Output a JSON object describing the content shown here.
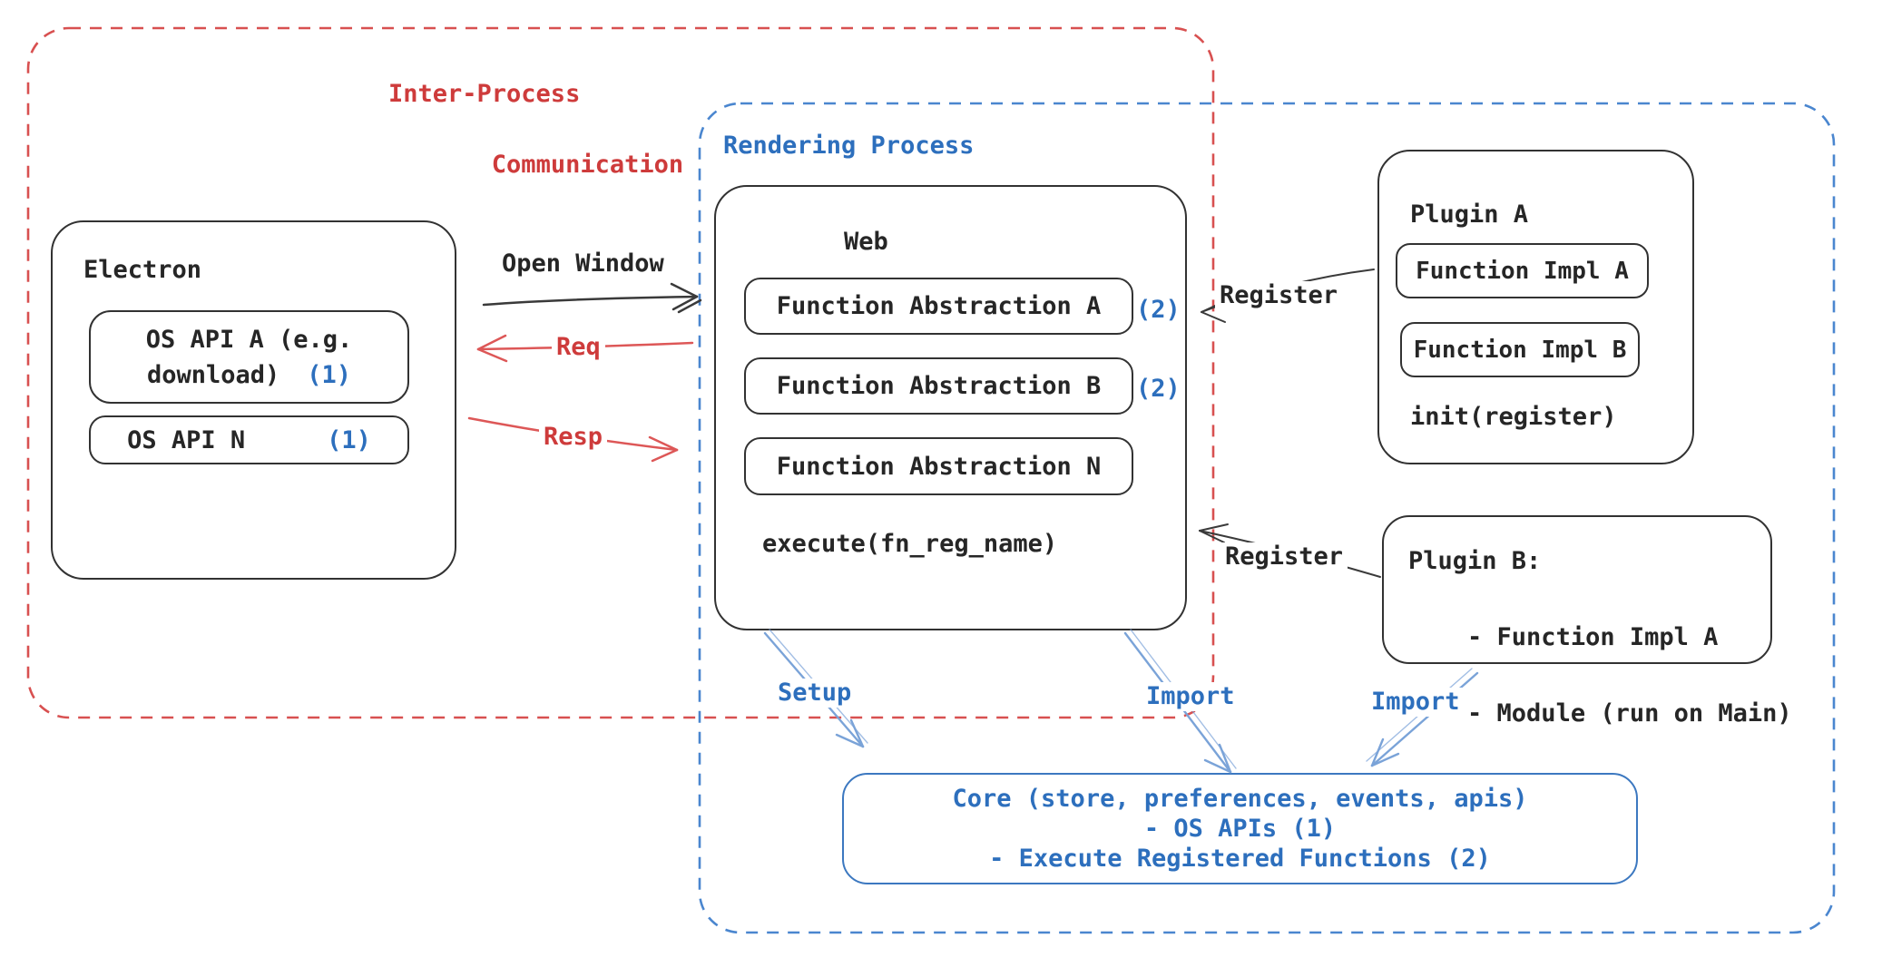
{
  "regions": {
    "ipc": {
      "title_line1": "Inter-Process",
      "title_line2": "Communication"
    },
    "rendering": {
      "title": "Rendering Process"
    }
  },
  "electron": {
    "title": "Electron",
    "api_a": {
      "line1": "OS API A (e.g.",
      "line2": "download)",
      "badge": "(1)"
    },
    "api_n": {
      "label": "OS API N",
      "badge": "(1)"
    }
  },
  "web": {
    "title": "Web",
    "abstractions": [
      {
        "label": "Function Abstraction A",
        "badge": "(2)"
      },
      {
        "label": "Function Abstraction B",
        "badge": "(2)"
      },
      {
        "label": "Function Abstraction N",
        "badge": ""
      }
    ],
    "execute": "execute(fn_reg_name)"
  },
  "plugin_a": {
    "title": "Plugin A",
    "impls": [
      {
        "label": "Function Impl A"
      },
      {
        "label": "Function Impl B"
      }
    ],
    "init": "init(register)"
  },
  "plugin_b": {
    "title": "Plugin B:",
    "lines": [
      "- Function Impl A",
      "- Module (run on Main)"
    ]
  },
  "core": {
    "lines": [
      "Core (store, preferences, events, apis)",
      "- OS APIs (1)",
      "- Execute Registered Functions (2)"
    ]
  },
  "arrows": {
    "open_window": "Open Window",
    "req": "Req",
    "resp": "Resp",
    "register_a": "Register",
    "register_b": "Register",
    "setup": "Setup",
    "import_web": "Import",
    "import_plugin": "Import"
  },
  "colors": {
    "red": "#ce3b3b",
    "blue": "#2d6fbd",
    "light_blue": "#7aa3d8",
    "black": "#323232"
  }
}
